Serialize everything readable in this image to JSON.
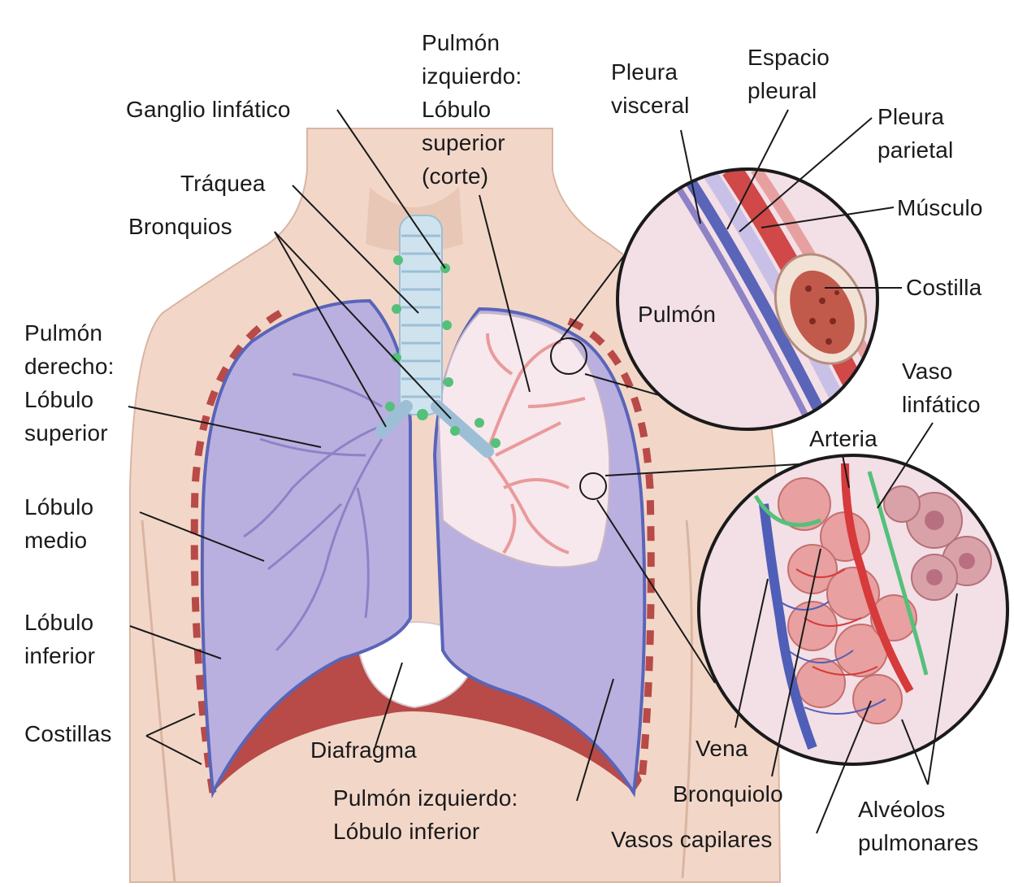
{
  "labels": {
    "pulmon_izq_superior": [
      "Pulmón",
      "izquierdo:",
      "Lóbulo",
      "superior",
      "(corte)"
    ],
    "ganglio": "Ganglio linfático",
    "traquea": "Tráquea",
    "bronquios": "Bronquios",
    "pulmon_der_superior": [
      "Pulmón",
      "derecho:",
      "Lóbulo",
      "superior"
    ],
    "lobulo_medio": [
      "Lóbulo",
      "medio"
    ],
    "lobulo_inferior": [
      "Lóbulo",
      "inferior"
    ],
    "costillas": "Costillas",
    "diafragma": "Diafragma",
    "pulmon_izq_inferior": [
      "Pulmón izquierdo:",
      "Lóbulo inferior"
    ],
    "pleura_visceral": [
      "Pleura",
      "visceral"
    ],
    "espacio_pleural": [
      "Espacio",
      "pleural"
    ],
    "pleura_parietal": [
      "Pleura",
      "parietal"
    ],
    "musculo": "Músculo",
    "costilla": "Costilla",
    "pulmon": "Pulmón",
    "vaso_linfatico": [
      "Vaso",
      "linfático"
    ],
    "arteria": "Arteria",
    "vena": "Vena",
    "bronquiolo": "Bronquiolo",
    "vasos_capilares": "Vasos capilares",
    "alveolos": [
      "Alvéolos",
      "pulmonares"
    ]
  },
  "colors": {
    "skin": "#f2d7c9",
    "skin_shadow": "#e2bba8",
    "lung": "#b9b0e0",
    "lung_dark": "#8d82c6",
    "lung_cut": "#f7e8ee",
    "bronchi_pink": "#e99a9a",
    "trachea": "#cfe3ef",
    "lymph": "#55c07a",
    "diaphragm": "#b84a47",
    "pleura_blue": "#5a64b8",
    "muscle_red": "#d04848",
    "bone": "#f2e2d6",
    "marrow": "#a8392f",
    "vein_blue": "#4f5fb8",
    "artery_red": "#d63a3a",
    "alveoli_pink": "#e8a0a0"
  }
}
